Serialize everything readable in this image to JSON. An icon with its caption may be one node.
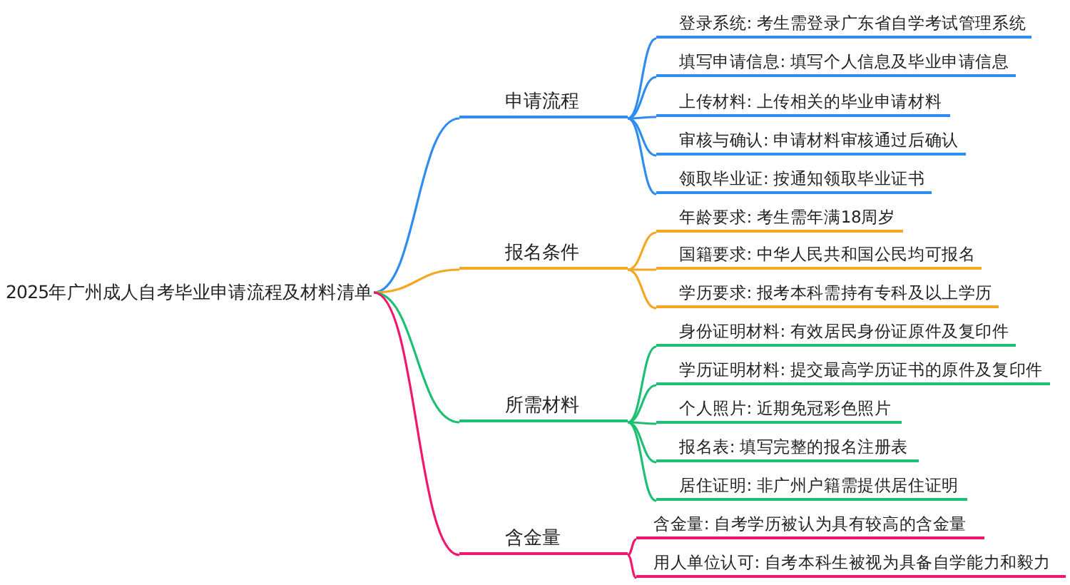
{
  "diagram": {
    "nodes": [
      {
        "text": [
          "2025年广州成人自考毕业申请流程及材料清单"
        ]
      },
      {
        "text": [
          "申请流程"
        ]
      },
      {
        "text": [
          "登录系统: 考生需登录广东省自学考试管理系统"
        ]
      },
      {
        "text": [
          "填写申请信息: 填写个人信息及毕业申请信息"
        ]
      },
      {
        "text": [
          "上传材料: 上传相关的毕业申请材料"
        ]
      },
      {
        "text": [
          "审核与确认: 申请材料审核通过后确认"
        ]
      },
      {
        "text": [
          "领取毕业证: 按通知领取毕业证书"
        ]
      },
      {
        "text": [
          "报名条件"
        ]
      },
      {
        "text": [
          "年龄要求: 考生需年满18周岁"
        ]
      },
      {
        "text": [
          "国籍要求: 中华人民共和国公民均可报名"
        ]
      },
      {
        "text": [
          "学历要求: 报考本科需持有专科及以上学历"
        ]
      },
      {
        "text": [
          "所需材料"
        ]
      },
      {
        "text": [
          "身份证明材料: 有效居民身份证原件及复印件"
        ]
      },
      {
        "text": [
          "学历证明材料: 提交最高学历证书的原件及复印件"
        ]
      },
      {
        "text": [
          "个人照片: 近期免冠彩色照片"
        ]
      },
      {
        "text": [
          "报名表: 填写完整的报名注册表"
        ]
      },
      {
        "text": [
          "居住证明: 非广州户籍需提供居住证明"
        ]
      },
      {
        "text": [
          "含金量"
        ]
      },
      {
        "text": [
          "含金量: 自考学历被认为具有较高的含金量"
        ]
      },
      {
        "text": [
          "用人单位认可: 自考本科生被视为具备自学能力和毅力"
        ]
      }
    ],
    "edges": [
      {
        "from": 0,
        "to": 1,
        "arrow": "none",
        "color": "#2f8cf0"
      },
      {
        "from": 1,
        "to": 2,
        "arrow": "none",
        "color": "#2f8cf0"
      },
      {
        "from": 1,
        "to": 3,
        "arrow": "none",
        "color": "#2f8cf0"
      },
      {
        "from": 1,
        "to": 4,
        "arrow": "none",
        "color": "#2f8cf0"
      },
      {
        "from": 1,
        "to": 5,
        "arrow": "none",
        "color": "#2f8cf0"
      },
      {
        "from": 1,
        "to": 6,
        "arrow": "none",
        "color": "#2f8cf0"
      },
      {
        "from": 0,
        "to": 7,
        "arrow": "none",
        "color": "#f5a623"
      },
      {
        "from": 7,
        "to": 8,
        "arrow": "none",
        "color": "#f5a623"
      },
      {
        "from": 7,
        "to": 9,
        "arrow": "none",
        "color": "#f5a623"
      },
      {
        "from": 7,
        "to": 10,
        "arrow": "none",
        "color": "#f5a623"
      },
      {
        "from": 0,
        "to": 11,
        "arrow": "none",
        "color": "#1dbf73"
      },
      {
        "from": 11,
        "to": 12,
        "arrow": "none",
        "color": "#1dbf73"
      },
      {
        "from": 11,
        "to": 13,
        "arrow": "none",
        "color": "#1dbf73"
      },
      {
        "from": 11,
        "to": 14,
        "arrow": "none",
        "color": "#1dbf73"
      },
      {
        "from": 11,
        "to": 15,
        "arrow": "none",
        "color": "#1dbf73"
      },
      {
        "from": 11,
        "to": 16,
        "arrow": "none",
        "color": "#1dbf73"
      },
      {
        "from": 0,
        "to": 17,
        "arrow": "none",
        "color": "#f0186e"
      },
      {
        "from": 17,
        "to": 18,
        "arrow": "none",
        "color": "#f0186e"
      },
      {
        "from": 17,
        "to": 19,
        "arrow": "none",
        "color": "#f0186e"
      }
    ]
  }
}
